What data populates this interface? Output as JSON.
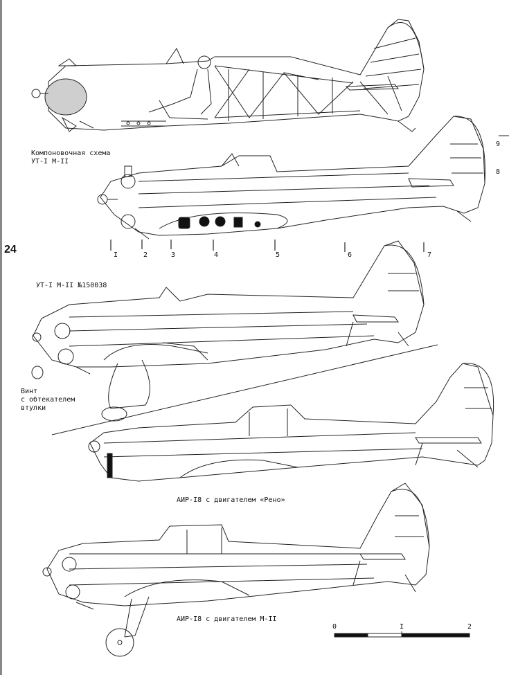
{
  "page_number": "24",
  "captions": {
    "layout_line1": "Компоновочная схема",
    "layout_line2": "УТ-I М-II",
    "ut1_serial": "УТ-I М-II №150038",
    "propeller_line1": "Винт",
    "propeller_line2": "с обтекателем",
    "propeller_line3": "втулки",
    "air18_reno": "АИР-I8 с двигателем «Рено»",
    "air18_m11": "АИР-I8 с двигателем М-II"
  },
  "section_markers": [
    "I",
    "2",
    "3",
    "4",
    "5",
    "6",
    "7"
  ],
  "side_markers": [
    "9",
    "8"
  ],
  "scale_bar": {
    "labels": [
      "0",
      "I",
      "2"
    ]
  }
}
